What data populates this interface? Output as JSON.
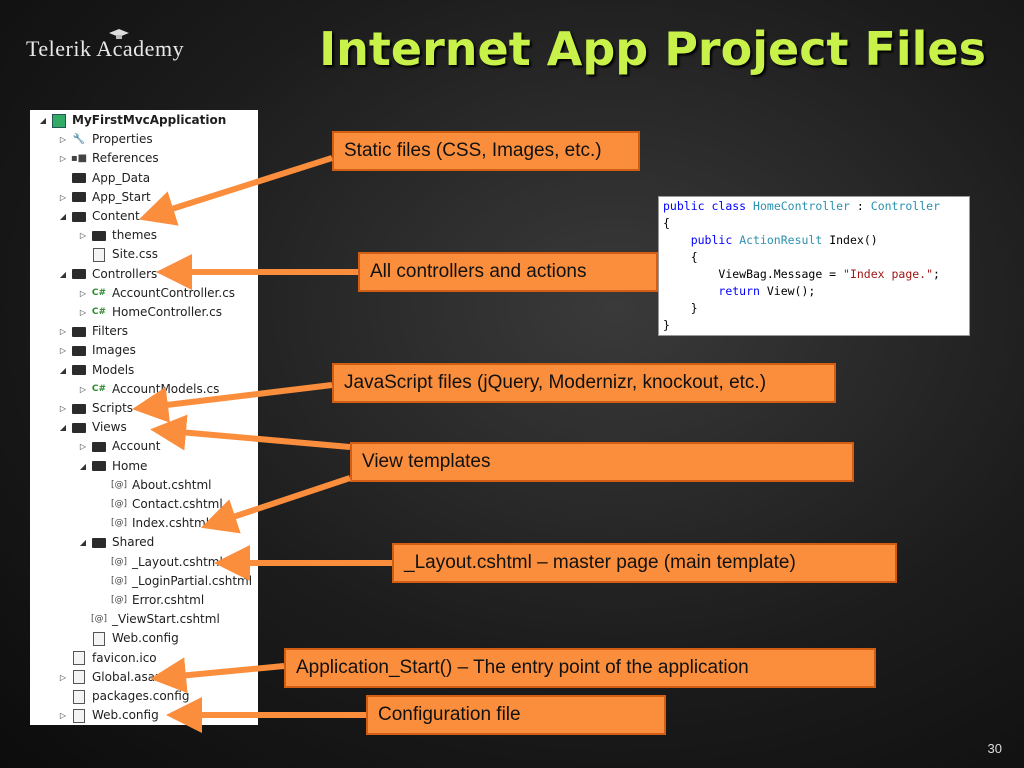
{
  "logo": {
    "text": "Telerik Academy"
  },
  "title": "Internet App Project Files",
  "slide_number": "30",
  "tree": [
    {
      "label": "MyFirstMvcApplication",
      "icon": "solution-icon",
      "depth": 0,
      "arrow": "expanded",
      "bold": true
    },
    {
      "label": "Properties",
      "icon": "wrench-icon",
      "depth": 1,
      "arrow": "collapsed"
    },
    {
      "label": "References",
      "icon": "references-icon",
      "depth": 1,
      "arrow": "collapsed"
    },
    {
      "label": "App_Data",
      "icon": "folder-icon",
      "depth": 1,
      "arrow": "none"
    },
    {
      "label": "App_Start",
      "icon": "folder-icon",
      "depth": 1,
      "arrow": "collapsed"
    },
    {
      "label": "Content",
      "icon": "folder-icon",
      "depth": 1,
      "arrow": "expanded"
    },
    {
      "label": "themes",
      "icon": "folder-icon",
      "depth": 2,
      "arrow": "collapsed"
    },
    {
      "label": "Site.css",
      "icon": "css-file-icon",
      "depth": 2,
      "arrow": "none"
    },
    {
      "label": "Controllers",
      "icon": "folder-icon",
      "depth": 1,
      "arrow": "expanded"
    },
    {
      "label": "AccountController.cs",
      "icon": "csharp-file-icon",
      "depth": 2,
      "arrow": "collapsed"
    },
    {
      "label": "HomeController.cs",
      "icon": "csharp-file-icon",
      "depth": 2,
      "arrow": "collapsed"
    },
    {
      "label": "Filters",
      "icon": "folder-icon",
      "depth": 1,
      "arrow": "collapsed"
    },
    {
      "label": "Images",
      "icon": "folder-icon",
      "depth": 1,
      "arrow": "collapsed"
    },
    {
      "label": "Models",
      "icon": "folder-icon",
      "depth": 1,
      "arrow": "expanded"
    },
    {
      "label": "AccountModels.cs",
      "icon": "csharp-file-icon",
      "depth": 2,
      "arrow": "collapsed"
    },
    {
      "label": "Scripts",
      "icon": "folder-icon",
      "depth": 1,
      "arrow": "collapsed"
    },
    {
      "label": "Views",
      "icon": "folder-icon",
      "depth": 1,
      "arrow": "expanded"
    },
    {
      "label": "Account",
      "icon": "folder-icon",
      "depth": 2,
      "arrow": "collapsed"
    },
    {
      "label": "Home",
      "icon": "folder-icon",
      "depth": 2,
      "arrow": "expanded"
    },
    {
      "label": "About.cshtml",
      "icon": "cshtml-file-icon",
      "depth": 3,
      "arrow": "none"
    },
    {
      "label": "Contact.cshtml",
      "icon": "cshtml-file-icon",
      "depth": 3,
      "arrow": "none"
    },
    {
      "label": "Index.cshtml",
      "icon": "cshtml-file-icon",
      "depth": 3,
      "arrow": "none"
    },
    {
      "label": "Shared",
      "icon": "folder-icon",
      "depth": 2,
      "arrow": "expanded"
    },
    {
      "label": "_Layout.cshtml",
      "icon": "cshtml-file-icon",
      "depth": 3,
      "arrow": "none"
    },
    {
      "label": "_LoginPartial.cshtml",
      "icon": "cshtml-file-icon",
      "depth": 3,
      "arrow": "none"
    },
    {
      "label": "Error.cshtml",
      "icon": "cshtml-file-icon",
      "depth": 3,
      "arrow": "none"
    },
    {
      "label": "_ViewStart.cshtml",
      "icon": "cshtml-file-icon",
      "depth": 2,
      "arrow": "none"
    },
    {
      "label": "Web.config",
      "icon": "config-file-icon",
      "depth": 2,
      "arrow": "none"
    },
    {
      "label": "favicon.ico",
      "icon": "icon-file-icon",
      "depth": 1,
      "arrow": "none"
    },
    {
      "label": "Global.asax",
      "icon": "global-asax-icon",
      "depth": 1,
      "arrow": "collapsed"
    },
    {
      "label": "packages.config",
      "icon": "config-file-icon",
      "depth": 1,
      "arrow": "none"
    },
    {
      "label": "Web.config",
      "icon": "config-file-icon",
      "depth": 1,
      "arrow": "collapsed"
    }
  ],
  "callouts": {
    "static_files": "Static files (CSS, Images, etc.)",
    "controllers": "All controllers and actions",
    "javascript": "JavaScript files (jQuery, Modernizr, knockout, etc.)",
    "views": "View templates",
    "layout": "_Layout.cshtml – master page (main template)",
    "application_start": "Application_Start() – The entry point of the application",
    "configuration": "Configuration file"
  },
  "code": {
    "line1_kw1": "public",
    "line1_kw2": "class",
    "line1_type1": "HomeController",
    "line1_sep": " : ",
    "line1_type2": "Controller",
    "line2": "{",
    "line3_kw": "public",
    "line3_type": "ActionResult",
    "line3_rest": " Index()",
    "line4": "{",
    "line5_pre": "ViewBag.Message = ",
    "line5_str": "\"Index page.\"",
    "line5_post": ";",
    "line6_kw": "return",
    "line6_rest": " View();",
    "line7": "}",
    "line8": "}"
  },
  "colors": {
    "title": "#c8f24a",
    "callout_fill": "#fb8e3c",
    "callout_border": "#d25e14"
  }
}
